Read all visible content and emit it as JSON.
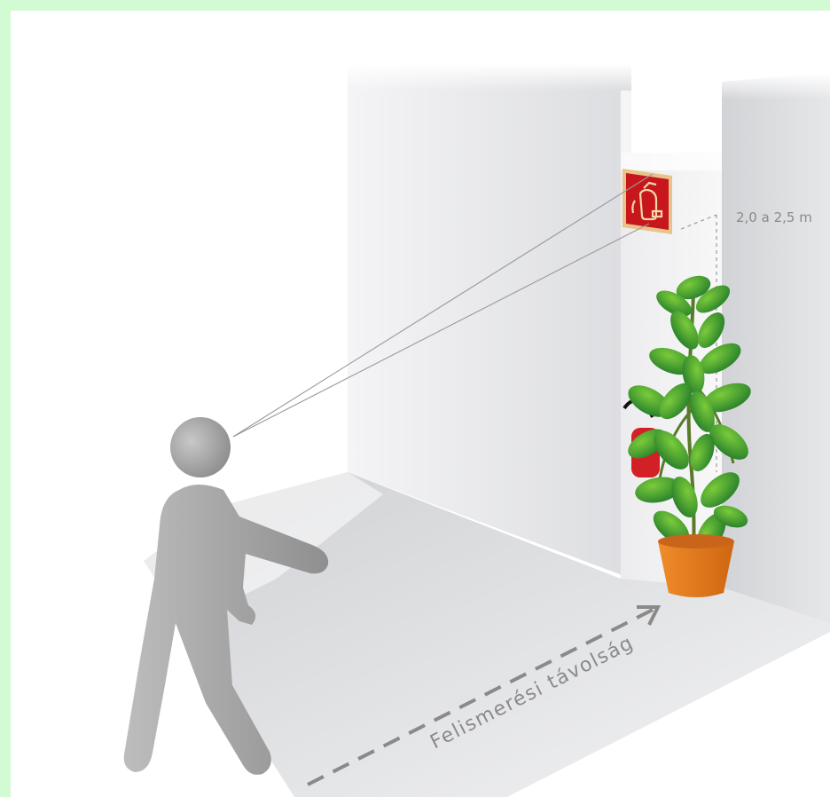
{
  "diagram": {
    "height_label": "2,0 a 2,5 m",
    "distance_label": "Felismerési távolság"
  },
  "colors": {
    "frame_border": "#d3fbd3",
    "sign_red": "#c8161d",
    "sign_frame": "#e9c48a",
    "extinguisher_red": "#d31f26",
    "plant_green": "#3a9a3a",
    "pot_orange": "#e07a1e",
    "figure_gray": "#a8a8a8",
    "label_gray": "#8a8a8a"
  },
  "icons": {
    "sign": "fire-extinguisher-sign-icon",
    "person": "person-figure",
    "plant": "potted-plant"
  }
}
